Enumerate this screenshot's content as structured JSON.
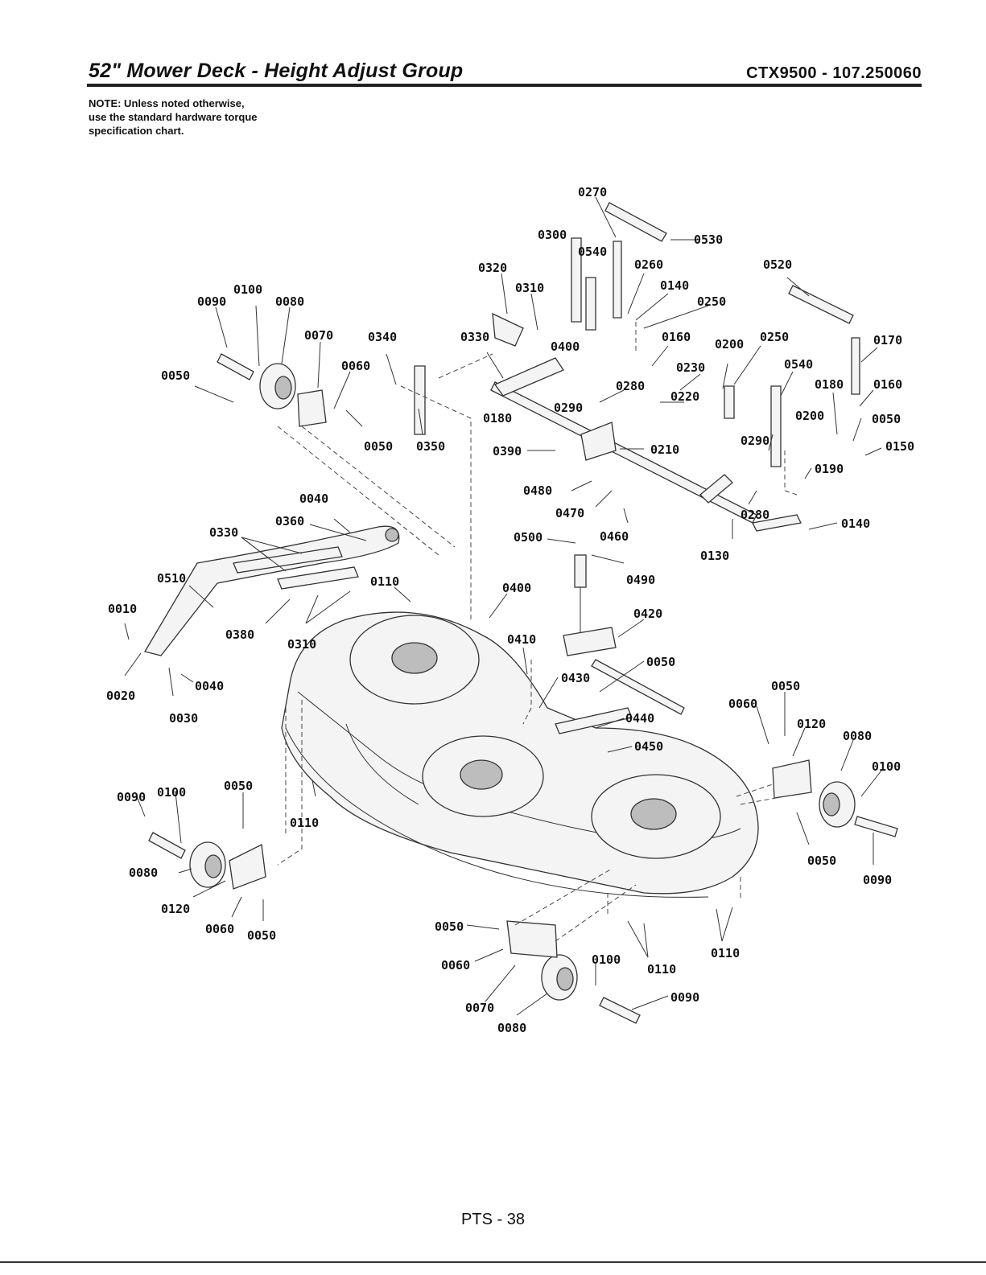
{
  "header": {
    "title": "52\" Mower Deck - Height Adjust Group",
    "model": "CTX9500 - 107.250060"
  },
  "note": {
    "line1": "NOTE: Unless noted otherwise,",
    "line2": "use the standard hardware torque",
    "line3": "specification chart."
  },
  "callouts": [
    "0270",
    "0300",
    "0530",
    "0540",
    "0320",
    "0260",
    "0520",
    "0310",
    "0140",
    "0250",
    "0090",
    "0100",
    "0080",
    "0330",
    "0070",
    "0340",
    "0160",
    "0200",
    "0250",
    "0170",
    "0400",
    "0540",
    "0060",
    "0230",
    "0050",
    "0180",
    "0160",
    "0280",
    "0220",
    "0290",
    "0200",
    "0050",
    "0180",
    "0050",
    "0350",
    "0390",
    "0210",
    "0290",
    "0150",
    "0190",
    "0040",
    "0480",
    "0280",
    "0330",
    "0360",
    "0470",
    "0460",
    "0140",
    "0500",
    "0130",
    "0510",
    "0110",
    "0400",
    "0490",
    "0010",
    "0420",
    "0380",
    "0310",
    "0410",
    "0050",
    "0040",
    "0430",
    "0050",
    "0020",
    "0060",
    "0030",
    "0440",
    "0120",
    "0080",
    "0450",
    "0100",
    "0090",
    "0100",
    "0050",
    "0110",
    "0050",
    "0080",
    "0090",
    "0120",
    "0060",
    "0050",
    "0050",
    "0060",
    "0100",
    "0110",
    "0110",
    "0070",
    "0090",
    "0080"
  ],
  "footer": {
    "page": "PTS - 38"
  }
}
